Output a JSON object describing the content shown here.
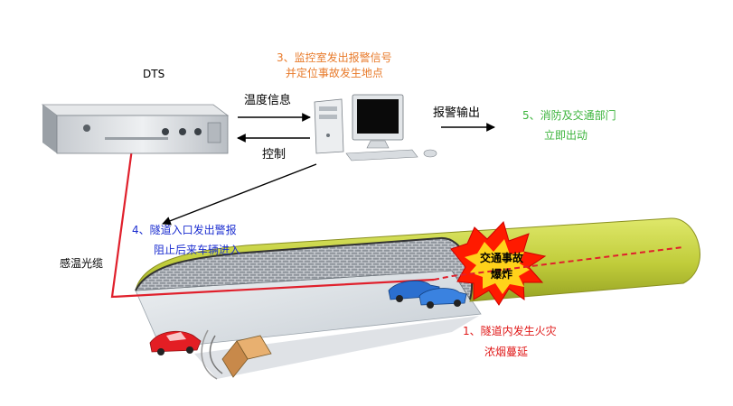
{
  "dts": {
    "label": "DTS"
  },
  "monitor_room": {
    "step_line1": "3、监控室发出报警信号",
    "step_line2": "并定位事故发生地点"
  },
  "links": {
    "temperature_info": "温度信息",
    "control": "控制",
    "alarm_output": "报警输出"
  },
  "fire_dept": {
    "line1": "5、消防及交通部门",
    "line2": "立即出动"
  },
  "tunnel_entrance": {
    "line1": "4、隧道入口发出警报",
    "line2": "阻止后来车辆进入"
  },
  "cable": {
    "label": "感温光缆"
  },
  "accident": {
    "line1": "交通事故",
    "line2": "爆炸"
  },
  "fire": {
    "line1": "1、隧道内发生火灾",
    "line2": "浓烟蔓延"
  },
  "colors": {
    "orange": "#e87a2a",
    "green": "#3cb43c",
    "blue": "#1d2fd0",
    "red": "#e01818",
    "tunnel": "#bccb3b"
  }
}
